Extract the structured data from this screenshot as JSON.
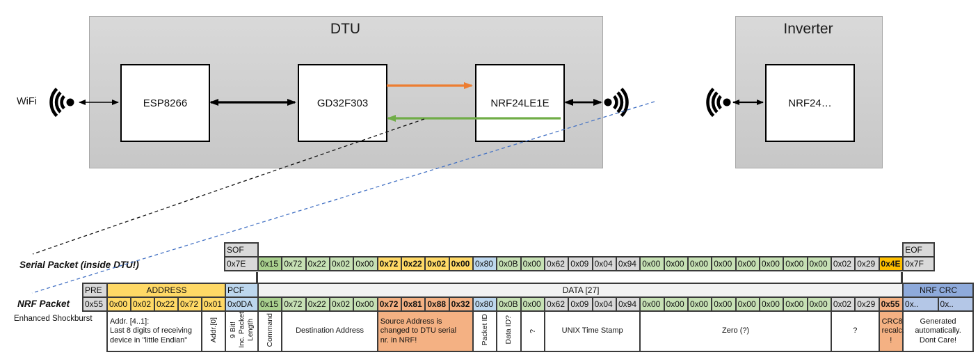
{
  "diagram": {
    "wifi_label": "WiFi",
    "dtu_title": "DTU",
    "dtu_modules": [
      "ESP8266",
      "GD32F303",
      "NRF24LE1E"
    ],
    "inverter_title": "Inverter",
    "inverter_module": "NRF24…"
  },
  "colors": {
    "gray": "#D9D9D9",
    "gray_light": "#F2F2F2",
    "green": "#A9D08E",
    "green_light": "#C6E0B4",
    "yellow": "#FFD966",
    "gold": "#FFC000",
    "blue": "#BDD7EE",
    "blue_crc_header": "#8EAADB",
    "blue_crc": "#B4C7E7",
    "salmon": "#F4B183",
    "orange_arrow": "#ED7D31",
    "green_arrow": "#70AD47",
    "blue_dash": "#4472C4"
  },
  "serial_packet": {
    "label": "Serial Packet (inside DTU!)",
    "sof_header": "SOF",
    "sof_value": "0x7E",
    "eof_header": "EOF",
    "eof_value": "0x7F",
    "bytes": [
      {
        "v": "0x15",
        "c": "green"
      },
      {
        "v": "0x72",
        "c": "green_light"
      },
      {
        "v": "0x22",
        "c": "green_light"
      },
      {
        "v": "0x02",
        "c": "green_light"
      },
      {
        "v": "0x00",
        "c": "green_light"
      },
      {
        "v": "0x72",
        "c": "yellow",
        "b": true
      },
      {
        "v": "0x22",
        "c": "yellow",
        "b": true
      },
      {
        "v": "0x02",
        "c": "yellow",
        "b": true
      },
      {
        "v": "0x00",
        "c": "yellow",
        "b": true
      },
      {
        "v": "0x80",
        "c": "blue"
      },
      {
        "v": "0x0B",
        "c": "green_light"
      },
      {
        "v": "0x00",
        "c": "green_light"
      },
      {
        "v": "0x62",
        "c": "gray"
      },
      {
        "v": "0x09",
        "c": "gray"
      },
      {
        "v": "0x04",
        "c": "gray"
      },
      {
        "v": "0x94",
        "c": "gray"
      },
      {
        "v": "0x00",
        "c": "green_light"
      },
      {
        "v": "0x00",
        "c": "green_light"
      },
      {
        "v": "0x00",
        "c": "green_light"
      },
      {
        "v": "0x00",
        "c": "green_light"
      },
      {
        "v": "0x00",
        "c": "green_light"
      },
      {
        "v": "0x00",
        "c": "green_light"
      },
      {
        "v": "0x00",
        "c": "green_light"
      },
      {
        "v": "0x00",
        "c": "green_light"
      },
      {
        "v": "0x02",
        "c": "gray"
      },
      {
        "v": "0x29",
        "c": "gray"
      },
      {
        "v": "0x4E",
        "c": "gold",
        "b": true
      }
    ]
  },
  "nrf_packet": {
    "label": "NRF Packet",
    "sublabel": "Enhanced Shockburst",
    "headers": [
      {
        "label": "PRE",
        "span": 1,
        "c": "gray"
      },
      {
        "label": "ADDRESS",
        "span": 5,
        "c": "yellow"
      },
      {
        "label": "PCF",
        "span": 1,
        "c": "blue"
      },
      {
        "label": "DATA [27]",
        "span": 27,
        "c": "gray_light"
      },
      {
        "label": "NRF CRC",
        "span": 2,
        "c": "blue_crc_header"
      }
    ],
    "pre_value": "0x55",
    "address_values": [
      "0x00",
      "0x02",
      "0x22",
      "0x72",
      "0x01"
    ],
    "pcf_value": "0x0DA",
    "bytes": [
      {
        "v": "0x15",
        "c": "green"
      },
      {
        "v": "0x72",
        "c": "green_light"
      },
      {
        "v": "0x22",
        "c": "green_light"
      },
      {
        "v": "0x02",
        "c": "green_light"
      },
      {
        "v": "0x00",
        "c": "green_light"
      },
      {
        "v": "0x72",
        "c": "salmon",
        "b": true
      },
      {
        "v": "0x81",
        "c": "salmon",
        "b": true
      },
      {
        "v": "0x88",
        "c": "salmon",
        "b": true
      },
      {
        "v": "0x32",
        "c": "salmon",
        "b": true
      },
      {
        "v": "0x80",
        "c": "blue"
      },
      {
        "v": "0x0B",
        "c": "green_light"
      },
      {
        "v": "0x00",
        "c": "green_light"
      },
      {
        "v": "0x62",
        "c": "gray"
      },
      {
        "v": "0x09",
        "c": "gray"
      },
      {
        "v": "0x04",
        "c": "gray"
      },
      {
        "v": "0x94",
        "c": "gray"
      },
      {
        "v": "0x00",
        "c": "green_light"
      },
      {
        "v": "0x00",
        "c": "green_light"
      },
      {
        "v": "0x00",
        "c": "green_light"
      },
      {
        "v": "0x00",
        "c": "green_light"
      },
      {
        "v": "0x00",
        "c": "green_light"
      },
      {
        "v": "0x00",
        "c": "green_light"
      },
      {
        "v": "0x00",
        "c": "green_light"
      },
      {
        "v": "0x00",
        "c": "green_light"
      },
      {
        "v": "0x02",
        "c": "gray"
      },
      {
        "v": "0x29",
        "c": "gray"
      },
      {
        "v": "0x55",
        "c": "salmon",
        "b": true
      }
    ],
    "crc_values": [
      "0x..",
      "0x.."
    ],
    "annotations": [
      {
        "span": 4,
        "text": "Addr. [4..1]:\nLast 8 digits of receiving\ndevice in \"little Endian\"",
        "align": "left"
      },
      {
        "span": 1,
        "text": "Addr.[0]",
        "vertical": true
      },
      {
        "span": 1,
        "text": "9 Bit!\nInc. Packet\nLength",
        "vertical": true
      },
      {
        "span": 1,
        "text": "Command",
        "vertical": true
      },
      {
        "span": 4,
        "text": "Destination Address"
      },
      {
        "span": 4,
        "text": "Source Address is\nchanged to DTU serial\nnr. in NRF!",
        "align": "left",
        "c": "salmon"
      },
      {
        "span": 1,
        "text": "Packet ID",
        "vertical": true
      },
      {
        "span": 1,
        "text": "Data ID?",
        "vertical": true
      },
      {
        "span": 1,
        "text": "?",
        "vertical": true
      },
      {
        "span": 4,
        "text": "UNIX Time Stamp"
      },
      {
        "span": 8,
        "text": "Zero (?)"
      },
      {
        "span": 2,
        "text": "?"
      },
      {
        "span": 1,
        "text": "CRC8\nrecalc.\n!",
        "c": "salmon"
      },
      {
        "span": 2,
        "text": "Generated\nautomatically.\nDont Care!"
      }
    ]
  }
}
